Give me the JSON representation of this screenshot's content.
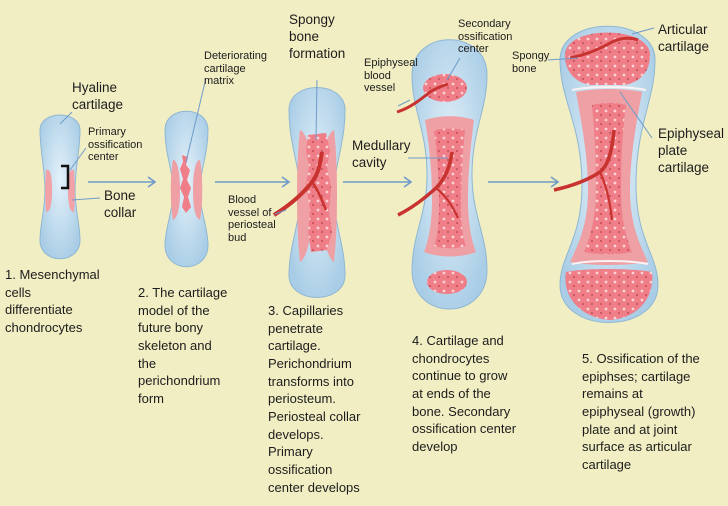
{
  "labels": {
    "hyaline_cartilage": "Hyaline\ncartilage",
    "primary_ossification_center": "Primary\nossification\ncenter",
    "bone_collar": "Bone\ncollar",
    "deteriorating_cartilage_matrix": "Deteriorating\ncartilage\nmatrix",
    "spongy_bone_formation": "Spongy\nbone\nformation",
    "blood_vessel_periosteal_bud": "Blood\nvessel of\nperiosteal\nbud",
    "epiphyseal_blood_vessel": "Epiphyseal\nblood\nvessel",
    "secondary_ossification_center": "Secondary\nossification\ncenter",
    "medullary_cavity": "Medullary\ncavity",
    "spongy_bone": "Spongy\nbone",
    "articular_cartilage": "Articular\ncartilage",
    "epiphyseal_plate_cartilage": "Epiphyseal\nplate\ncartilage"
  },
  "steps": [
    "1. Mesenchymal\n    cells\n    differentiate\n    chondrocytes",
    "2. The cartilage\n    model of the\n    future bony\n    skeleton and\n    the\n    perichondrium\n    form",
    "3. Capillaries\n    penetrate\n    cartilage.\n    Perichondrium\n    transforms into\n    periosteum.\n    Periosteal collar\n    develops.\n    Primary\n    ossification\n    center develops",
    "4. Cartilage and\n    chondrocytes\n    continue to grow\n    at ends of the\n    bone. Secondary\n    ossification center\n    develop",
    "5. Ossification of the\n    epiphses; cartilage\n    remains at\n    epiphyseal (growth)\n    plate and at joint\n    surface as articular\n    cartilage"
  ],
  "colors": {
    "background": "#f2eec4",
    "cartilage": "#bcd8ea",
    "bone": "#eea0a4",
    "blood_vessel": "#c8322f",
    "arrow": "#6f9bc9"
  }
}
